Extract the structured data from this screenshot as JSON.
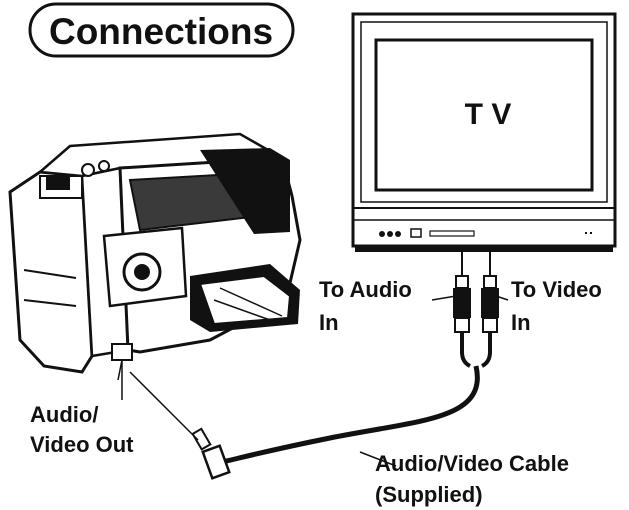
{
  "header": {
    "title": "Connections"
  },
  "tv": {
    "label": "T V"
  },
  "labels": {
    "to_audio_line1": "To Audio",
    "to_audio_line2": "In",
    "to_video_line1": "To Video",
    "to_video_line2": "In",
    "av_out_line1": "Audio/",
    "av_out_line2": "Video Out",
    "cable_line1": "Audio/Video Cable",
    "cable_line2": "(Supplied)"
  },
  "colors": {
    "ink": "#111111",
    "shade": "#3a3a3a",
    "paper": "#ffffff"
  }
}
